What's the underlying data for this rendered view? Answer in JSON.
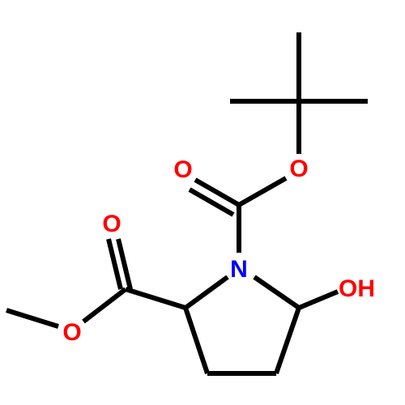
{
  "molecule": {
    "atoms": {
      "n1": {
        "symbol": "N",
        "color": "#0000ff"
      },
      "o_boc_carbonyl": {
        "symbol": "O",
        "color": "#ff0000"
      },
      "o_boc_ether": {
        "symbol": "O",
        "color": "#ff0000"
      },
      "o_ester_carbonyl": {
        "symbol": "O",
        "color": "#ff0000"
      },
      "o_ester_ether": {
        "symbol": "O",
        "color": "#ff0000"
      },
      "oh": {
        "symbol": "OH",
        "color": "#ff0000"
      }
    },
    "bond_color": "#000000"
  }
}
